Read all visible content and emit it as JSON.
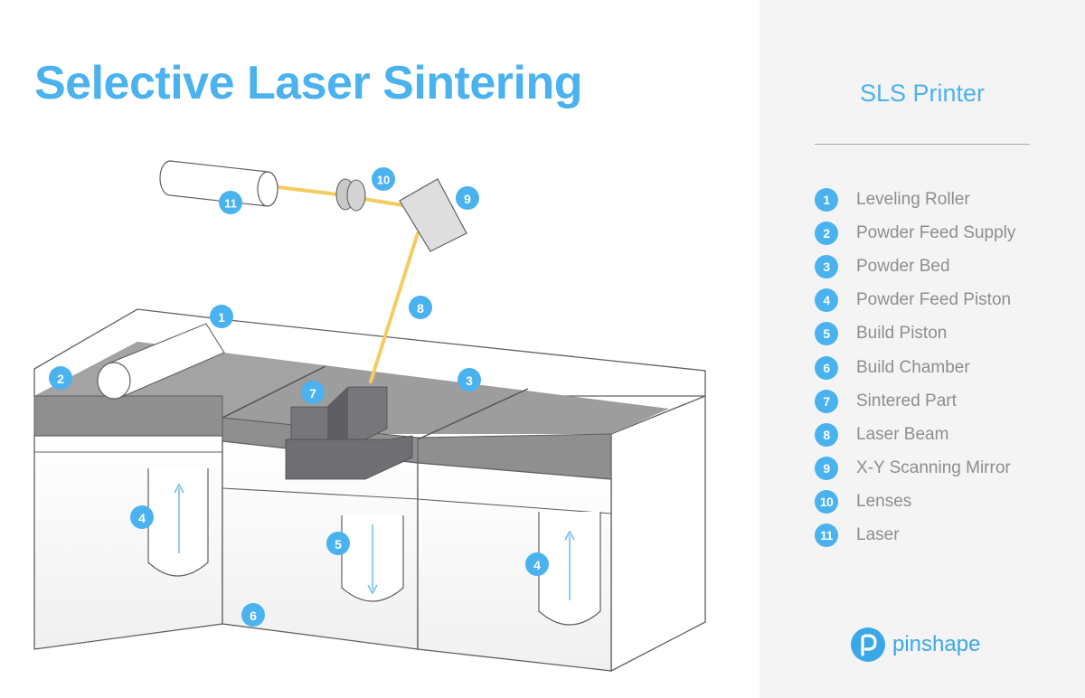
{
  "title": "Selective Laser Sintering",
  "sidebar": {
    "title": "SLS Printer",
    "legend": [
      {
        "number": "1",
        "label": "Leveling Roller"
      },
      {
        "number": "2",
        "label": "Powder Feed Supply"
      },
      {
        "number": "3",
        "label": "Powder Bed"
      },
      {
        "number": "4",
        "label": "Powder Feed Piston"
      },
      {
        "number": "5",
        "label": "Build Piston"
      },
      {
        "number": "6",
        "label": "Build Chamber"
      },
      {
        "number": "7",
        "label": "Sintered Part"
      },
      {
        "number": "8",
        "label": "Laser Beam"
      },
      {
        "number": "9",
        "label": "X-Y Scanning Mirror"
      },
      {
        "number": "10",
        "label": "Lenses"
      },
      {
        "number": "11",
        "label": "Laser"
      }
    ]
  },
  "diagram": {
    "callouts": {
      "leveling_roller": "1",
      "powder_feed_supply": "2",
      "powder_bed": "3",
      "powder_feed_piston_left": "4",
      "build_piston": "5",
      "build_chamber": "6",
      "sintered_part": "7",
      "laser_beam": "8",
      "scanning_mirror": "9",
      "lenses": "10",
      "laser": "11",
      "powder_feed_piston_right": "4"
    }
  },
  "logo": {
    "wordmark": "pinshape",
    "icon": "pinshape-p-icon"
  },
  "colors": {
    "accent": "#4ab2ee",
    "legend_text": "#8e8e8e",
    "sidebar_bg": "#f4f4f4",
    "powder": "#9c9c9c",
    "part": "#6e6e73",
    "beam": "#f4cc63",
    "outline": "#606060"
  }
}
